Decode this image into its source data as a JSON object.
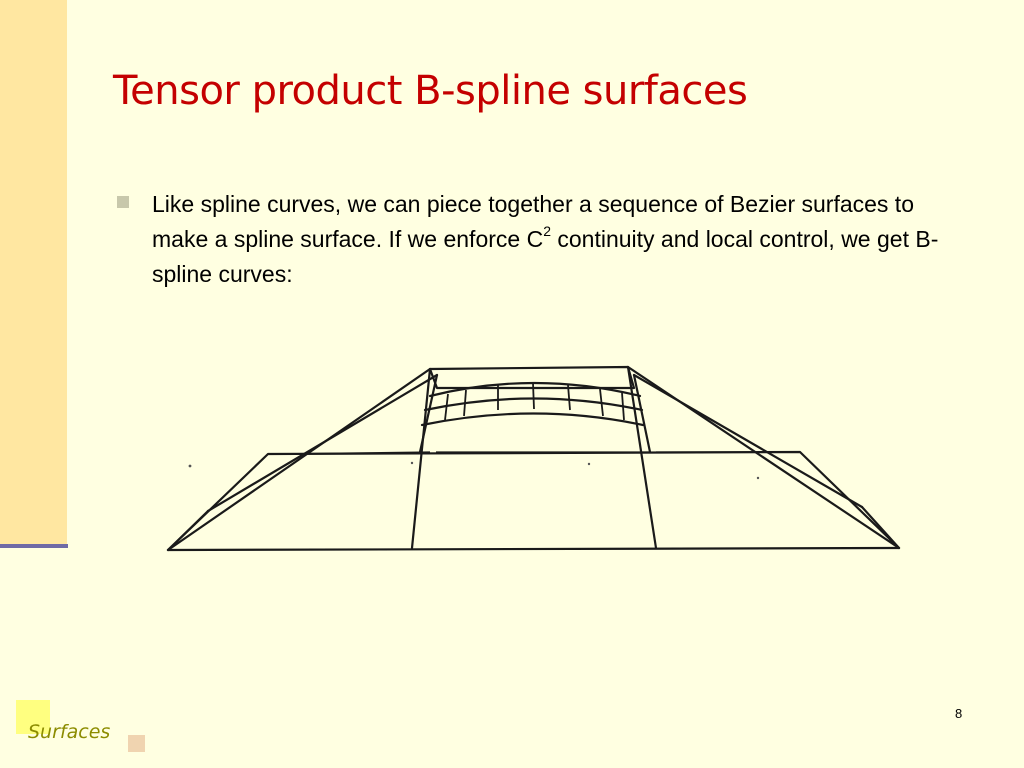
{
  "slide": {
    "title": "Tensor product B-spline surfaces",
    "bullets": [
      {
        "text_before": "Like spline curves, we can piece together a sequence of Bezier surfaces to make a spline surface.  If we enforce C",
        "superscript": "2",
        "text_after": " continuity and local control, we get B-spline curves:"
      }
    ],
    "footer_label": "Surfaces",
    "page_number": "8"
  },
  "colors": {
    "background": "#ffffe1",
    "left_band": "#ffe7a1",
    "left_rule": "#6f6aa6",
    "title": "#c40000",
    "bullet_marker": "#c8c8ab",
    "footer_label": "#8c8c00"
  }
}
